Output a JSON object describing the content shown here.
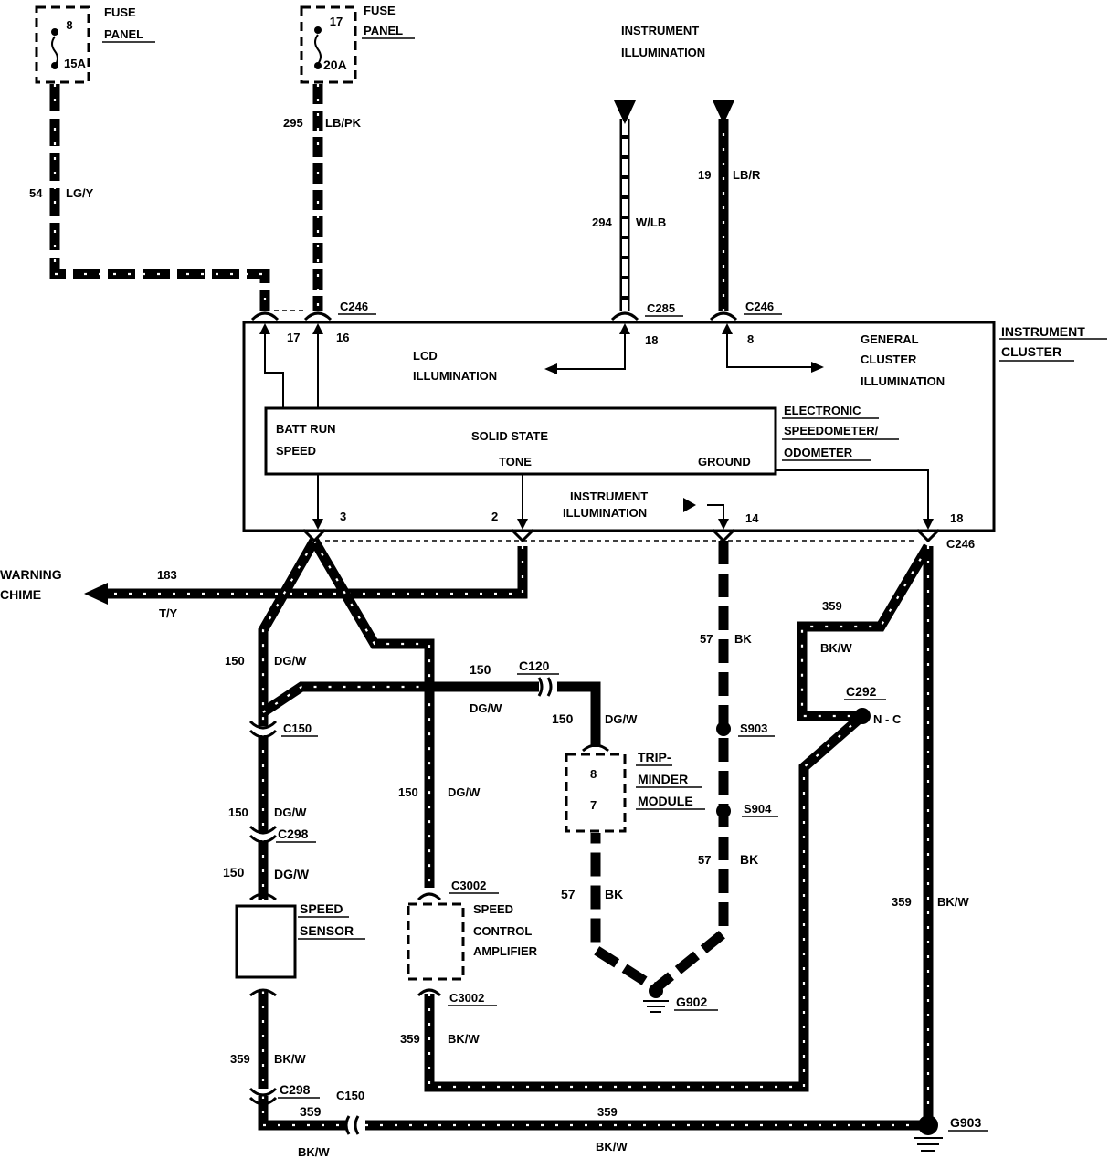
{
  "fuses": [
    {
      "number": "8",
      "rating": "15A",
      "label_line1": "FUSE",
      "label_line2": "PANEL"
    },
    {
      "number": "17",
      "rating": "20A",
      "label_line1": "FUSE",
      "label_line2": "PANEL"
    }
  ],
  "top_label": {
    "line1": "INSTRUMENT",
    "line2": "ILLUMINATION"
  },
  "wires": {
    "w54": {
      "circuit": "54",
      "color": "LG/Y"
    },
    "w295": {
      "circuit": "295",
      "color": "LB/PK"
    },
    "w294": {
      "circuit": "294",
      "color": "W/LB"
    },
    "w19": {
      "circuit": "19",
      "color": "LB/R"
    },
    "w183": {
      "circuit": "183",
      "color": "T/Y"
    },
    "w150a": {
      "circuit": "150",
      "color": "DG/W"
    },
    "w150b": {
      "circuit": "150",
      "color": "DG/W"
    },
    "w150c": {
      "circuit": "150",
      "color": "DG/W"
    },
    "w150d": {
      "circuit": "150",
      "color": "DG/W"
    },
    "w150e": {
      "circuit": "150",
      "color": "DG/W"
    },
    "w150f": {
      "circuit": "150",
      "color": "DG/W"
    },
    "w150g": {
      "circuit": "150",
      "color": "DG/W"
    },
    "w57a": {
      "circuit": "57",
      "color": "BK"
    },
    "w57b": {
      "circuit": "57",
      "color": "BK"
    },
    "w57c": {
      "circuit": "57",
      "color": "BK"
    },
    "w359a": {
      "circuit": "359",
      "color": "BK/W"
    },
    "w359b": {
      "circuit": "359",
      "color": "BK/W"
    },
    "w359c": {
      "circuit": "359",
      "color": "BK/W"
    },
    "w359d": {
      "circuit": "359",
      "color": "BK/W"
    },
    "w359e": {
      "circuit": "359",
      "color": "BK/W"
    },
    "w359f": {
      "circuit": "359",
      "color": "BK/W"
    }
  },
  "connectors": {
    "c246_top_left": "C246",
    "c285": "C285",
    "c246_top_right": "C246",
    "c246_bottom": "C246",
    "c120": "C120",
    "c150_top": "C150",
    "c298_top": "C298",
    "c3002_top": "C3002",
    "c3002_bottom": "C3002",
    "c298_bottom": "C298",
    "c150_bottom": "C150",
    "c292": "C292",
    "c292_nc": "N - C",
    "s903": "S903",
    "s904": "S904",
    "g902": "G902",
    "g903": "G903"
  },
  "pins": {
    "p17": "17",
    "p16": "16",
    "p18_top": "18",
    "p8": "8",
    "p3": "3",
    "p2": "2",
    "p14": "14",
    "p18_bottom": "18"
  },
  "cluster": {
    "title_line1": "INSTRUMENT",
    "title_line2": "CLUSTER",
    "lcd_line1": "LCD",
    "lcd_line2": "ILLUMINATION",
    "general_line1": "GENERAL",
    "general_line2": "CLUSTER",
    "general_line3": "ILLUMINATION",
    "inner_illum_line1": "INSTRUMENT",
    "inner_illum_line2": "ILLUMINATION"
  },
  "speedo": {
    "batt_run": "BATT RUN",
    "speed": "SPEED",
    "solid_state": "SOLID STATE",
    "tone": "TONE",
    "ground": "GROUND",
    "title_line1": "ELECTRONIC",
    "title_line2": "SPEEDOMETER/",
    "title_line3": "ODOMETER"
  },
  "warning_chime": {
    "line1": "WARNING",
    "line2": "CHIME"
  },
  "tripminder": {
    "pin_top": "8",
    "pin_bottom": "7",
    "line1": "TRIP-",
    "line2": "MINDER",
    "line3": "MODULE"
  },
  "speed_sensor": {
    "line1": "SPEED",
    "line2": "SENSOR"
  },
  "speed_control": {
    "line1": "SPEED",
    "line2": "CONTROL",
    "line3": "AMPLIFIER"
  }
}
